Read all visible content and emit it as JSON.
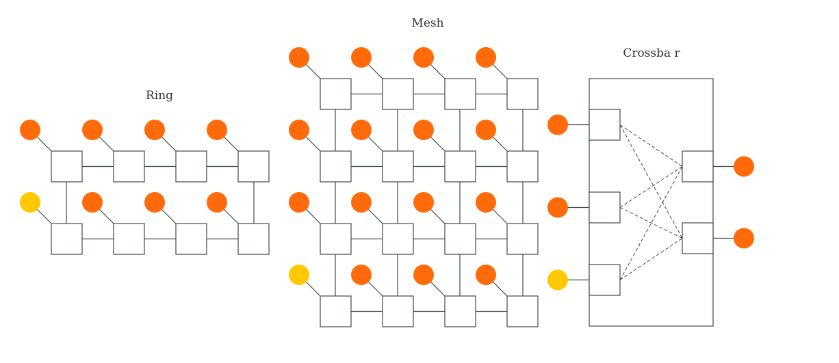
{
  "labels": {
    "ring": "Ring",
    "mesh": "Mesh",
    "crossbar": "Crossba r"
  },
  "colors": {
    "node_orange": "#FF6A0A",
    "node_yellow": "#FFC800",
    "line": "#3C4A4A"
  },
  "ring": {
    "rows": 2,
    "cols": 4,
    "yellow_nodes": [
      [
        1,
        0
      ]
    ]
  },
  "mesh": {
    "rows": 4,
    "cols": 4,
    "yellow_nodes": [
      [
        3,
        0
      ]
    ]
  },
  "crossbar": {
    "inputs": 3,
    "outputs": 2,
    "yellow_inputs": [
      2
    ]
  }
}
